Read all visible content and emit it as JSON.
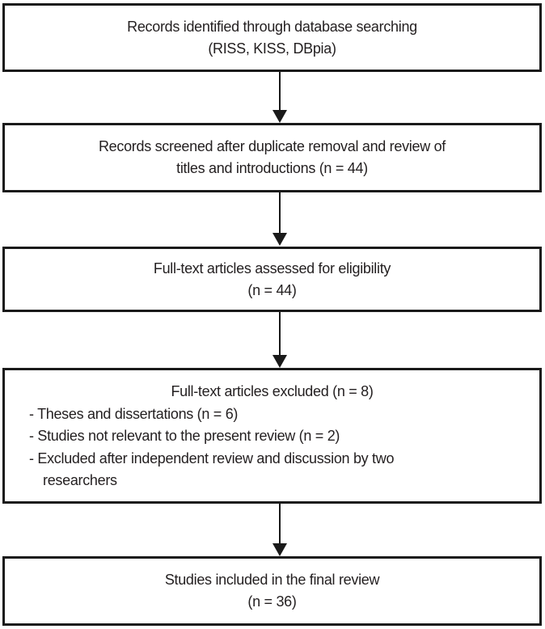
{
  "colors": {
    "background": "#ffffff",
    "box_border": "#1a1a1a",
    "text": "#231f20",
    "arrow": "#1a1a1a"
  },
  "flow": {
    "boxes": [
      {
        "name": "records-identified",
        "lines": [
          "Records identified through database searching",
          "(RISS, KISS, DBpia)"
        ]
      },
      {
        "name": "records-screened",
        "lines": [
          "Records screened after duplicate removal and review of",
          "titles and introductions (n = 44)"
        ]
      },
      {
        "name": "fulltext-assessed",
        "lines": [
          "Full-text articles assessed for eligibility",
          "(n = 44)"
        ]
      },
      {
        "name": "fulltext-excluded",
        "title": "Full-text articles excluded (n = 8)",
        "items": [
          {
            "lines": [
              "- Theses and dissertations (n = 6)"
            ]
          },
          {
            "lines": [
              "- Studies not relevant to the present review (n = 2)"
            ]
          },
          {
            "lines": [
              "- Excluded after independent review and discussion by two",
              "researchers"
            ]
          }
        ]
      },
      {
        "name": "studies-included",
        "lines": [
          "Studies included in the final review",
          "(n = 36)"
        ]
      }
    ],
    "arrows": [
      {
        "from": "records-identified",
        "to": "records-screened"
      },
      {
        "from": "records-screened",
        "to": "fulltext-assessed"
      },
      {
        "from": "fulltext-assessed",
        "to": "fulltext-excluded"
      },
      {
        "from": "fulltext-excluded",
        "to": "studies-included"
      }
    ]
  }
}
